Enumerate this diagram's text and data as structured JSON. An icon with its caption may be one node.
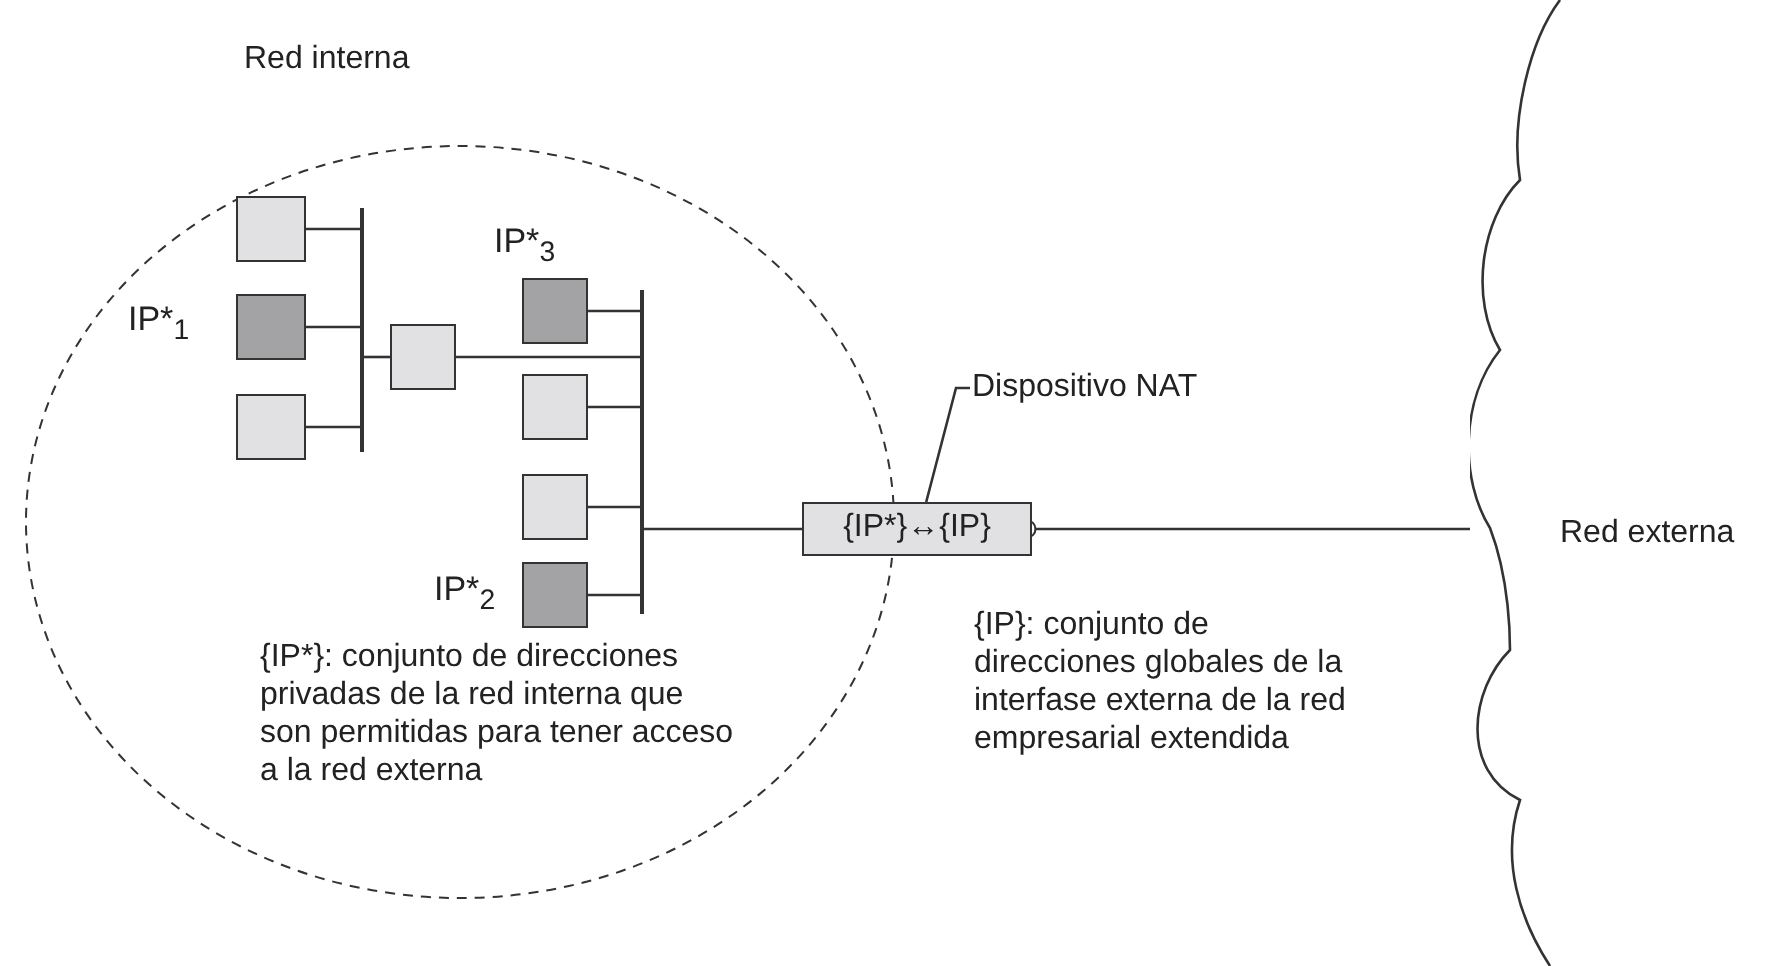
{
  "diagram": {
    "nodes": [
      {
        "text": [
          "Red interna"
        ]
      },
      {
        "text": [],
        "shape": "box",
        "in": 0
      },
      {
        "text": [],
        "shape": "box",
        "in": 0,
        "beside": [
          "IP*$_{1}$"
        ]
      },
      {
        "text": [],
        "shape": "box",
        "in": 0
      },
      {
        "text": [],
        "shape": "bar",
        "in": 0
      },
      {
        "text": [],
        "shape": "box",
        "in": 0
      },
      {
        "text": [],
        "shape": "box",
        "in": 0,
        "beside": [
          "IP*$_{3}$"
        ]
      },
      {
        "text": [],
        "shape": "box",
        "in": 0
      },
      {
        "text": [],
        "shape": "box",
        "in": 0
      },
      {
        "text": [],
        "shape": "box",
        "in": 0,
        "beside": [
          "IP*$_{2}$"
        ]
      },
      {
        "text": [],
        "shape": "bar",
        "in": 0
      },
      {
        "text": [
          "{IP*}↔{IP}"
        ]
      },
      {
        "text": [
          "Dispositivo NAT"
        ]
      },
      {
        "text": [
          "Red externa"
        ]
      }
    ],
    "edges": [
      {
        "from": 1,
        "to": 4,
        "arrow": "none"
      },
      {
        "from": 2,
        "to": 4,
        "arrow": "none"
      },
      {
        "from": 3,
        "to": 4,
        "arrow": "none"
      },
      {
        "from": 4,
        "to": 5,
        "arrow": "none"
      },
      {
        "from": 5,
        "to": 10,
        "arrow": "none"
      },
      {
        "from": 6,
        "to": 10,
        "arrow": "none"
      },
      {
        "from": 7,
        "to": 10,
        "arrow": "none"
      },
      {
        "from": 8,
        "to": 10,
        "arrow": "none"
      },
      {
        "from": 9,
        "to": 10,
        "arrow": "none"
      },
      {
        "from": 10,
        "to": 11,
        "arrow": "none"
      },
      {
        "from": 11,
        "to": 13,
        "arrow": "other"
      },
      {
        "from": 12,
        "to": 11,
        "arrow": "none"
      }
    ],
    "labels": [
      "{IP*}: conjunto de direcciones privadas de la red interna que son permitidas para tener acceso a la red externa",
      "{IP}: conjunto de direcciones globales de la interfase externa de la red empresarial extendida"
    ]
  }
}
